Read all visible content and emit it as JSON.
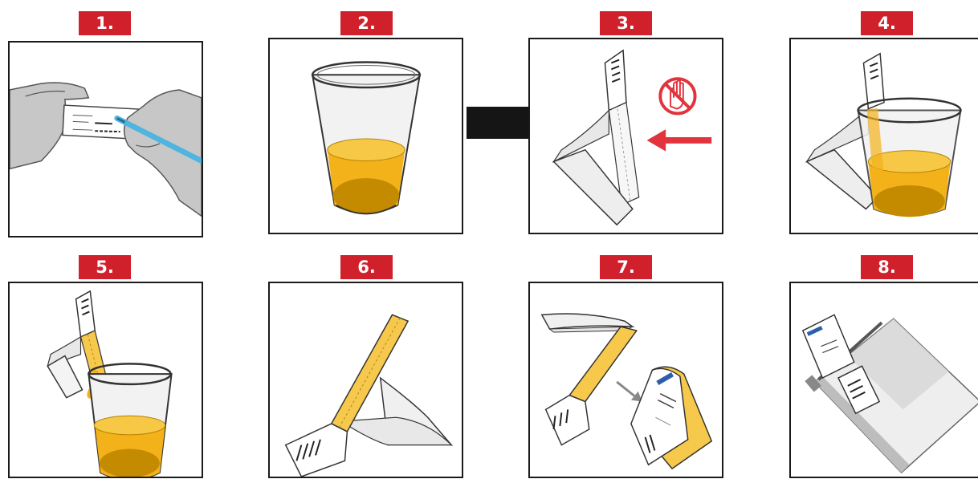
{
  "steps": [
    {
      "label": "1.",
      "illustration": "hands-writing-on-label"
    },
    {
      "label": "2.",
      "illustration": "cup-with-urine"
    },
    {
      "label": "3.",
      "illustration": "unfold-test-strip-do-not-touch"
    },
    {
      "label": "4.",
      "illustration": "dip-strip-in-cup"
    },
    {
      "label": "5.",
      "illustration": "remove-strip-drip"
    },
    {
      "label": "6.",
      "illustration": "soaked-strip-drying"
    },
    {
      "label": "7.",
      "illustration": "fold-strip-into-card"
    },
    {
      "label": "8.",
      "illustration": "card-in-specimen-bag"
    }
  ],
  "colors": {
    "badge": "#d0202b",
    "urine": "#f3b21a",
    "urine_dark": "#c48a00",
    "strip_yellow": "#f6c84c",
    "glove": "#c7c7c7",
    "pen": "#4fb5e0",
    "arrow": "#e2343c"
  },
  "icons": [
    "no-touch-hand-icon",
    "left-arrow-icon",
    "down-right-arrow-icon"
  ]
}
